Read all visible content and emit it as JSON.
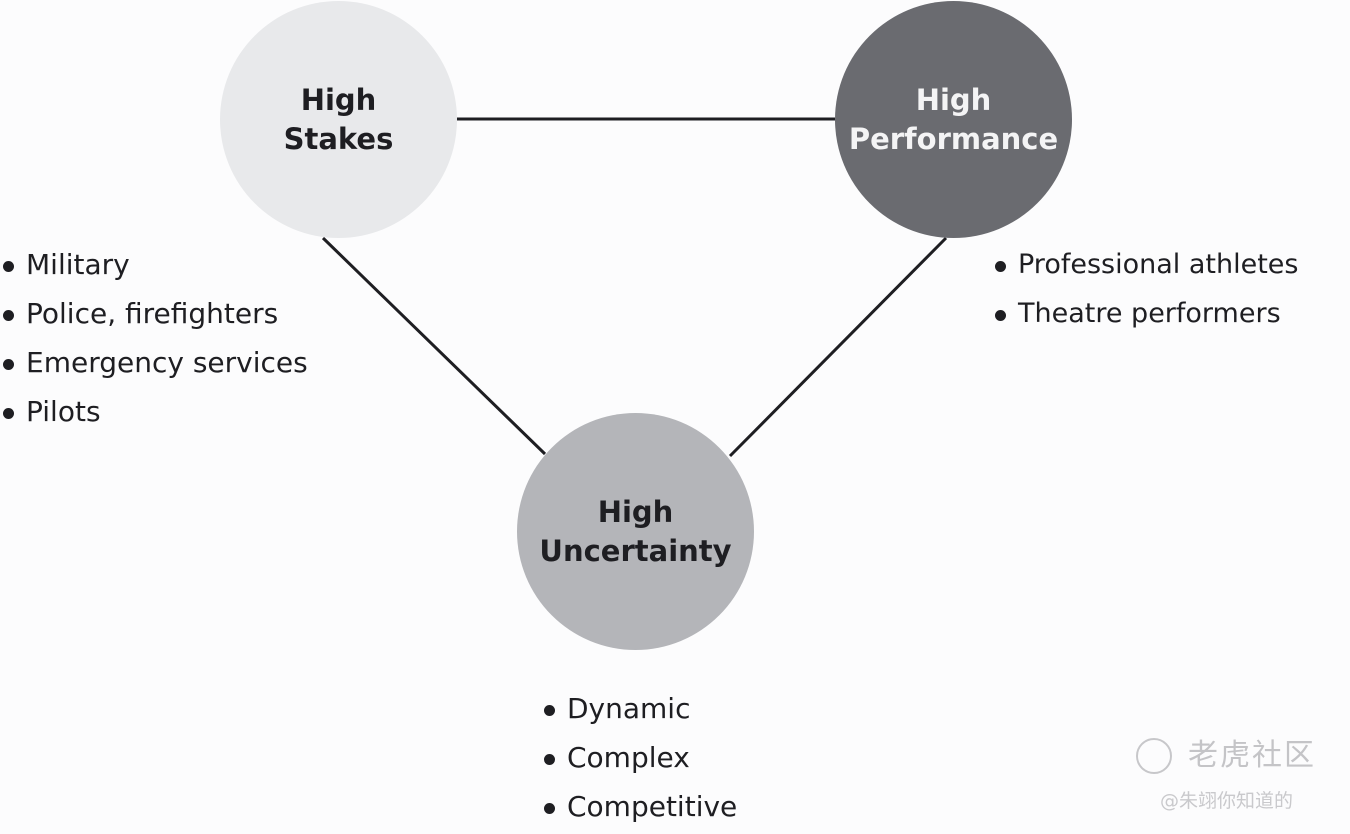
{
  "nodes": {
    "stakes": {
      "lines": [
        "High",
        "Stakes"
      ]
    },
    "performance": {
      "lines": [
        "High",
        "Performance"
      ]
    },
    "uncertainty": {
      "lines": [
        "High",
        "Uncertainty"
      ]
    }
  },
  "lists": {
    "stakes": [
      "Military",
      "Police, firefighters",
      "Emergency services",
      "Pilots"
    ],
    "performance": [
      "Professional athletes",
      "Theatre performers"
    ],
    "uncertainty": [
      "Dynamic",
      "Complex",
      "Competitive"
    ]
  },
  "watermark": {
    "logo_text": "老虎社区",
    "handle": "@朱翊你知道的"
  },
  "colors": {
    "stakes_node": "#e8e9eb",
    "performance_node": "#6a6b70",
    "uncertainty_node": "#b4b5b9",
    "connector": "#1e1e22"
  }
}
